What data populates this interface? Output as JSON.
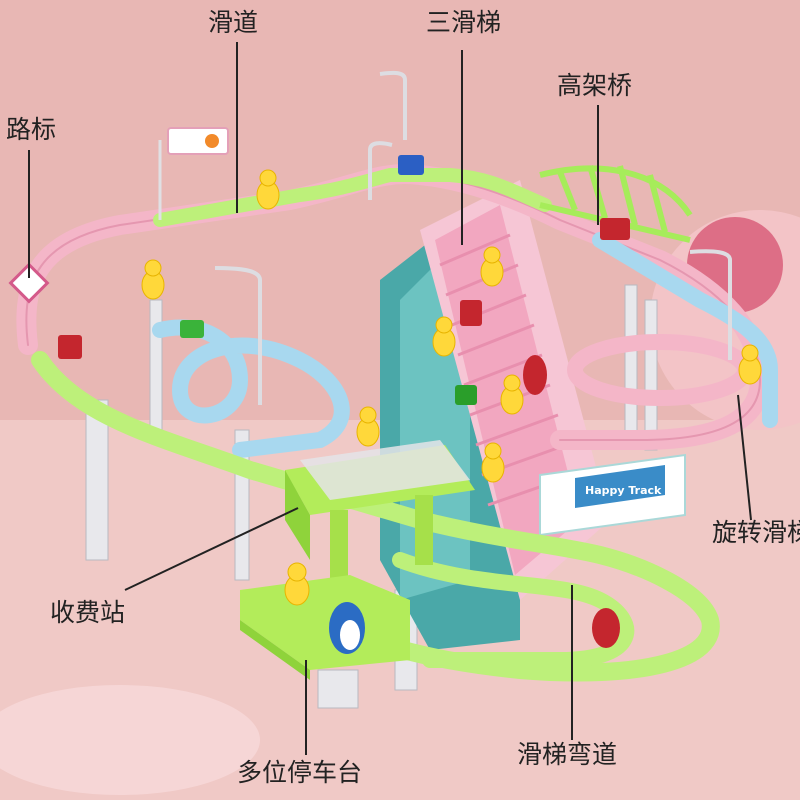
{
  "brand_tab_text": "",
  "labels": {
    "slide_track": "滑道",
    "triple_slide": "三滑梯",
    "viaduct": "高架桥",
    "road_sign": "路标",
    "rotating_slide": "旋转滑梯",
    "toll_station": "收费站",
    "slide_curve": "滑梯弯道",
    "parking_platform": "多位停车台"
  },
  "product_sign_text": "Happy Track",
  "colors": {
    "background": "#e8b7b4",
    "floor": "#f0c9c6",
    "track_pink": "#f4b6c8",
    "track_blue": "#a8d8ef",
    "track_green": "#bdf07a",
    "platform_green": "#b3ec5a",
    "duck_yellow": "#ffd83a",
    "stair_pink": "#f2a7c0",
    "tower_teal": "#4aa8a8",
    "car_red": "#c4262e",
    "penguin_blue": "#2b6cc4"
  },
  "icons": [
    "duck-icon",
    "car-icon",
    "penguin-icon",
    "street-lamp-icon",
    "road-sign-icon"
  ]
}
